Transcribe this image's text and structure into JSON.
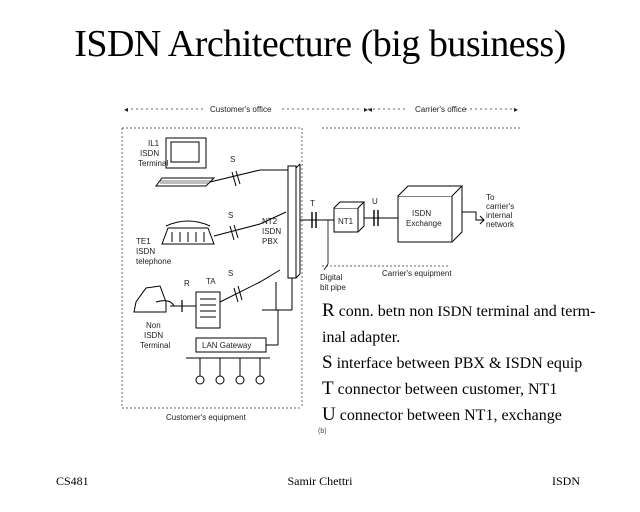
{
  "title": "ISDN Architecture (big business)",
  "diagram": {
    "customers_office": "Customer's office",
    "carriers_office": "Carrier's office",
    "isdn_terminal": [
      "ISDN",
      "ISDN",
      "Terminal"
    ],
    "isdn_terminal_first": "IL1",
    "isdn_telephone": [
      "TE1",
      "ISDN",
      "telephone"
    ],
    "non_isdn_terminal": [
      "Non",
      "ISDN",
      "Terminal"
    ],
    "ta": "TA",
    "r": "R",
    "s": "S",
    "t": "T",
    "u": "U",
    "nt2": [
      "NT2",
      "ISDN",
      "PBX"
    ],
    "nt1": "NT1",
    "isdn_exchange": [
      "ISDN",
      "Exchange"
    ],
    "carrier_network": [
      "To",
      "carrier's",
      "internal",
      "network"
    ],
    "digital_bit_pipe": [
      "Digital",
      "bit pipe"
    ],
    "carriers_equipment": "Carrier's equipment",
    "lan_gateway": "LAN Gateway",
    "customers_equipment": "Customer's equipment",
    "fig_mark": "(b)"
  },
  "legend": [
    {
      "key": "R",
      "text": " conn. betn non ",
      "abbr": "ISDN",
      "rest": " terminal and term-",
      "cont": "inal adapter."
    },
    {
      "key": "S",
      "text": " interface between PBX & ISDN equip",
      "abbr": "",
      "rest": "",
      "cont": ""
    },
    {
      "key": "T",
      "text": " connector between customer, NT1",
      "abbr": "",
      "rest": "",
      "cont": ""
    },
    {
      "key": "U",
      "text": " connector between NT1, exchange",
      "abbr": "",
      "rest": "",
      "cont": ""
    }
  ],
  "footer": {
    "left": "CS481",
    "center": "Samir Chettri",
    "right": "ISDN"
  }
}
